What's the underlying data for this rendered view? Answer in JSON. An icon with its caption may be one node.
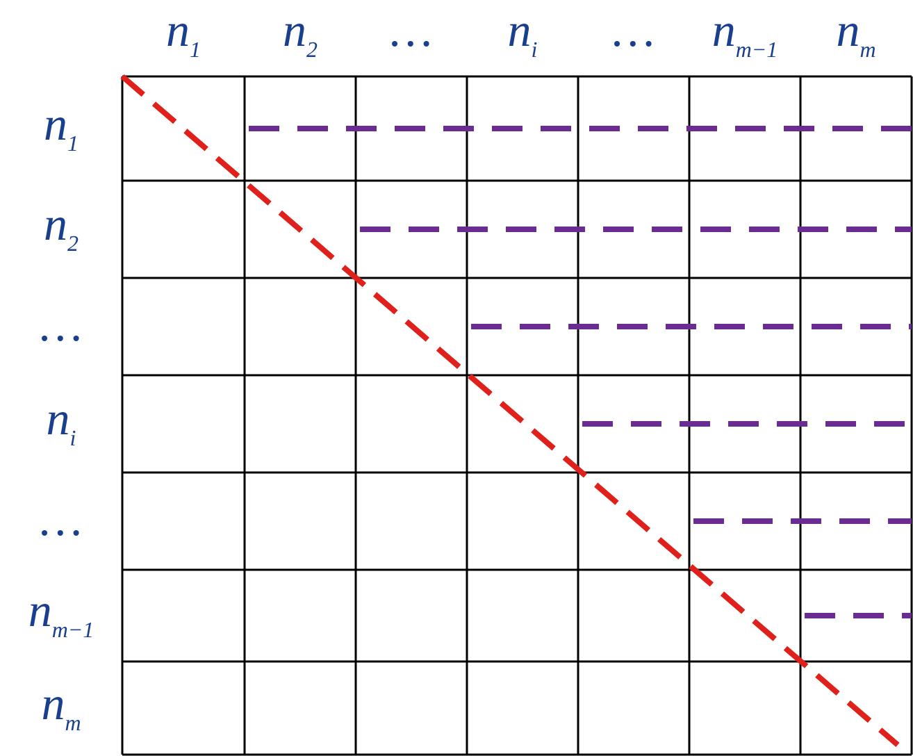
{
  "diagram": {
    "labels": [
      "n$_{1}$",
      "n$_{2}$",
      "…",
      "n$_{i}$",
      "…",
      "n$_{m−1}$",
      "n$_{m}$",
      "n$_{1}$",
      "n$_{2}$",
      "…",
      "n$_{i}$",
      "…",
      "n$_{m−1}$",
      "n$_{m}$"
    ]
  }
}
